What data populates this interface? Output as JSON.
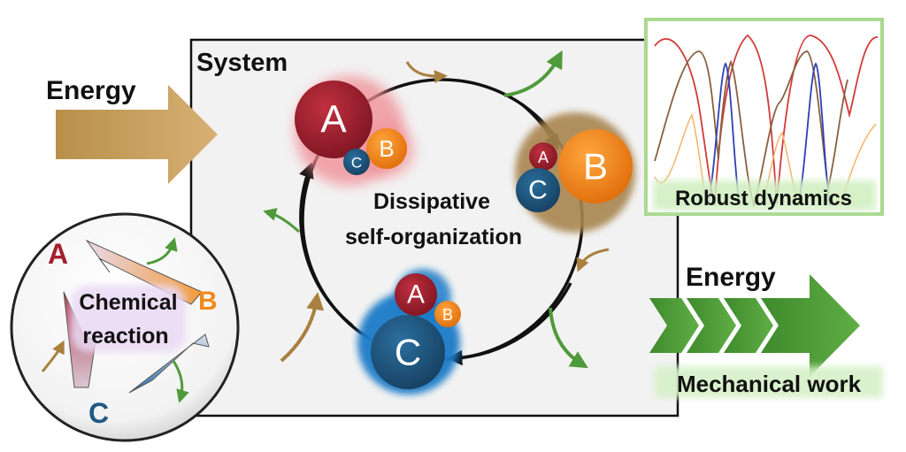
{
  "system_label": "System",
  "energy_in_label": "Energy",
  "energy_out_label": "Energy",
  "center_label_line1": "Dissipative",
  "center_label_line2": "self-organization",
  "dynamics_label": "Robust dynamics",
  "work_label": "Mechanical work",
  "reaction_label_line1": "Chemical",
  "reaction_label_line2": "reaction",
  "species": {
    "a": "A",
    "b": "B",
    "c": "C"
  },
  "colors": {
    "a": "#a3202e",
    "b": "#f08a1a",
    "c": "#1f5a85",
    "energy_in": "#c9a25a",
    "energy_out": "#4f9a3a",
    "panel_border": "#a8d98f",
    "system_bg": "#f2f2f2"
  }
}
